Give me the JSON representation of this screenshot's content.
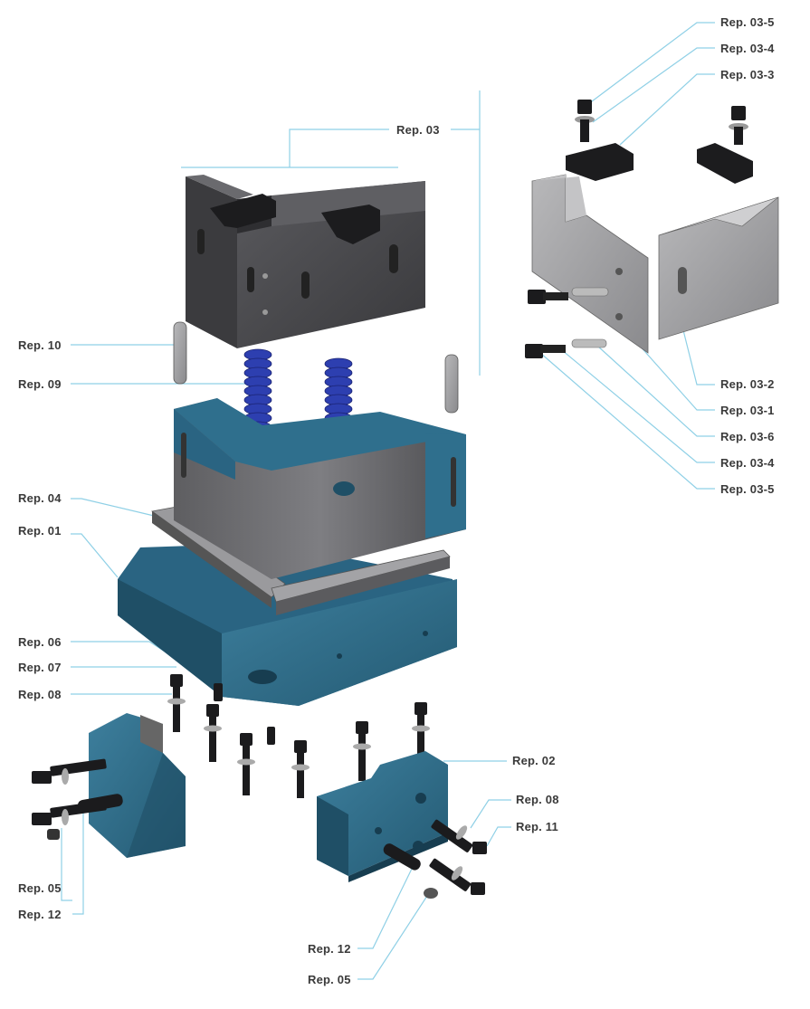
{
  "labels": {
    "rep_03": "Rep. 03",
    "rep_03_5_top": "Rep. 03-5",
    "rep_03_4_top": "Rep. 03-4",
    "rep_03_3": "Rep. 03-3",
    "rep_03_2": "Rep. 03-2",
    "rep_03_1": "Rep. 03-1",
    "rep_03_6": "Rep. 03-6",
    "rep_03_4_bottom": "Rep. 03-4",
    "rep_03_5_bottom": "Rep. 03-5",
    "rep_10": "Rep. 10",
    "rep_09": "Rep. 09",
    "rep_04": "Rep. 04",
    "rep_01": "Rep. 01",
    "rep_06": "Rep. 06",
    "rep_07": "Rep. 07",
    "rep_08_left": "Rep. 08",
    "rep_02": "Rep. 02",
    "rep_08_right": "Rep. 08",
    "rep_11": "Rep. 11",
    "rep_05_left": "Rep. 05",
    "rep_12_left": "Rep. 12",
    "rep_12_bottom": "Rep. 12",
    "rep_05_bottom": "Rep. 05"
  },
  "colors": {
    "leader": "#8fd0e6",
    "cast_blue": "#2f6f8d",
    "cast_blue_dark": "#1f4f66",
    "steel_dark": "#4a4a4c",
    "steel_mid": "#707074",
    "steel_light": "#a6a6a8",
    "spring_blue": "#2d3fb0",
    "bolt_black": "#1b1b1d",
    "text": "#3a3a3a"
  }
}
